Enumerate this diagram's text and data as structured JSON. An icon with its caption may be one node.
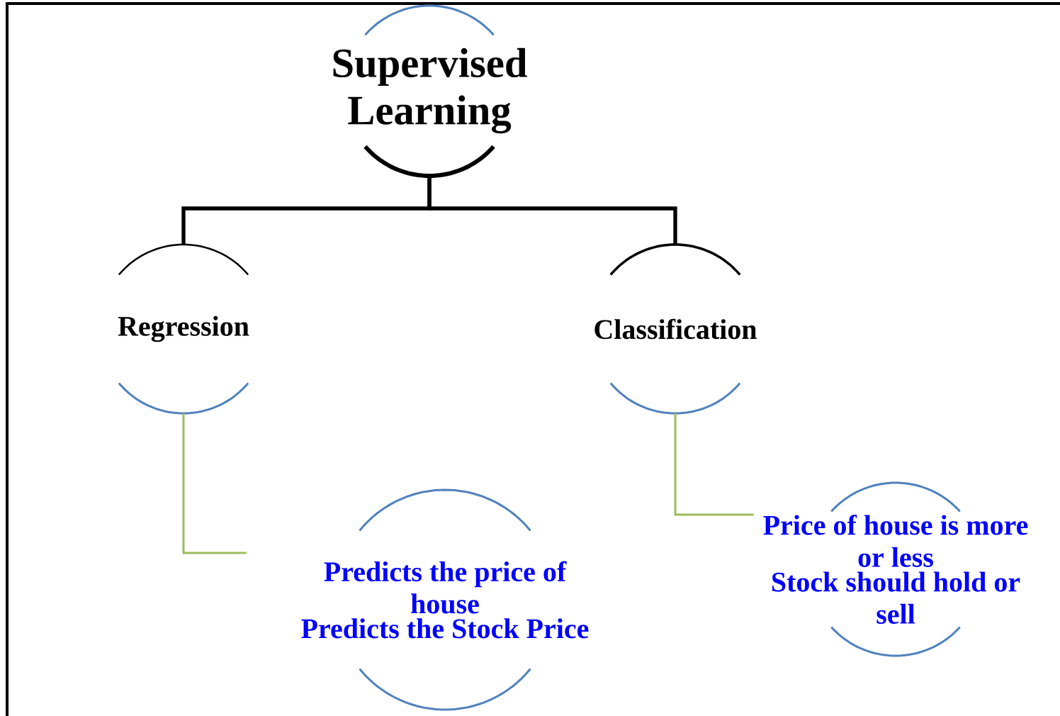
{
  "diagram": {
    "nodes": [
      {
        "text": [
          "Supervised Learning"
        ]
      },
      {
        "text": [
          "Regression"
        ]
      },
      {
        "text": [
          "Classification"
        ]
      },
      {
        "text": [
          "Predicts the price of house",
          "Predicts the Stock Price"
        ]
      },
      {
        "text": [
          "Price of  house is more or less",
          "Stock should hold or sell"
        ]
      }
    ],
    "edges": [
      {
        "from": 0,
        "to": 1,
        "arrow": "none",
        "style": "thick",
        "color": "#000000"
      },
      {
        "from": 0,
        "to": 2,
        "arrow": "none",
        "style": "thick",
        "color": "#000000"
      },
      {
        "from": 1,
        "to": 3,
        "arrow": "none",
        "color": "#9bbb59"
      },
      {
        "from": 2,
        "to": 4,
        "arrow": "none",
        "color": "#9bbb59"
      }
    ]
  }
}
